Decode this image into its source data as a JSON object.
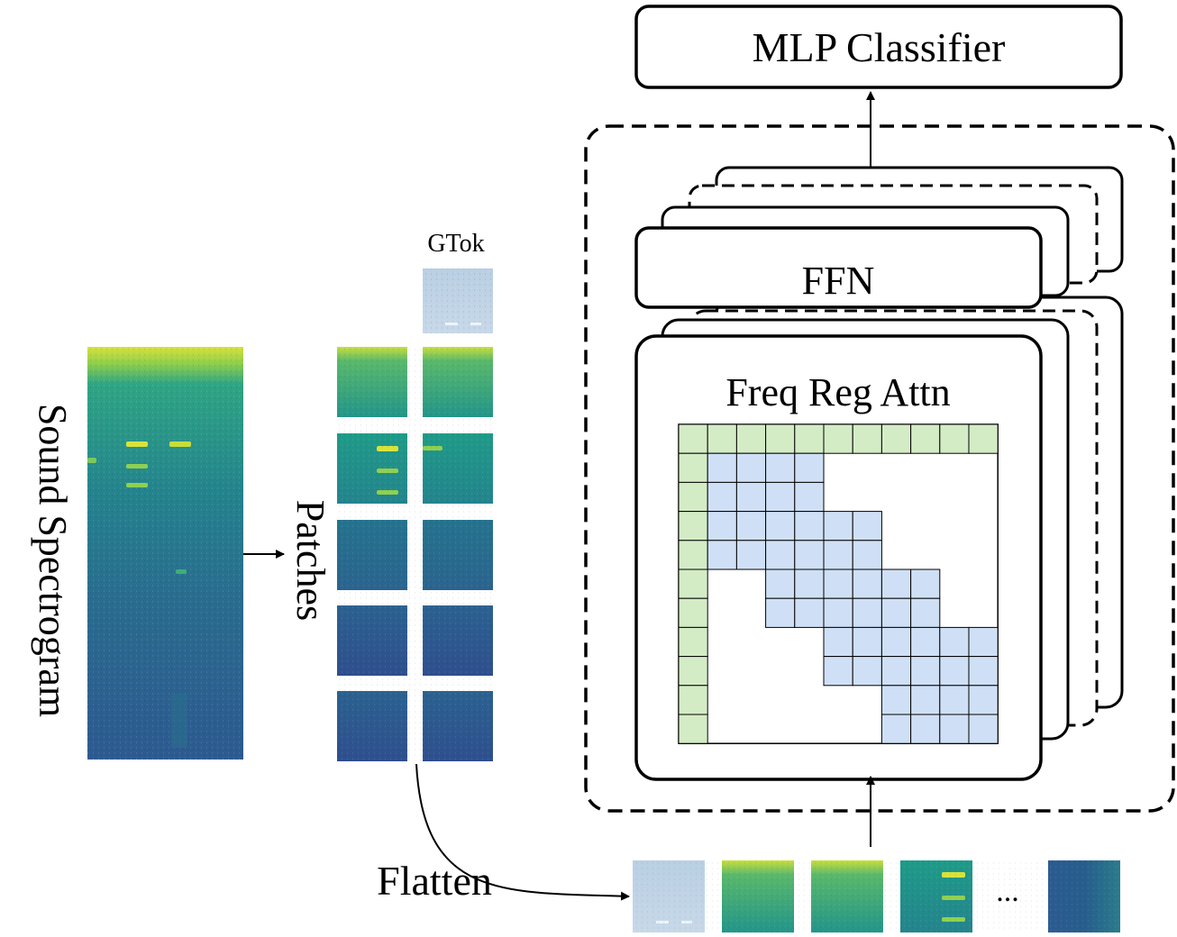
{
  "labels": {
    "mlp_classifier": "MLP Classifier",
    "ffn": "FFN",
    "freq_reg_attn": "Freq Reg Attn",
    "gtok": "GTok",
    "patches": "Patches",
    "sound_spectrogram": "Sound Spectrogram",
    "flatten": "Flatten",
    "ellipsis": "..."
  },
  "colors": {
    "global_token_cell": "#d4ecc6",
    "regional_cell": "#cfe0f6",
    "spectrogram_dark": "#2f4b8e",
    "spectrogram_mid": "#23908a",
    "spectrogram_bright": "#d8e33a",
    "gtok_patch": "#c4d6e6"
  },
  "attention_matrix": {
    "size": 11,
    "global_row": 0,
    "global_col": 0,
    "band_rows": [
      {
        "row": 1,
        "from": 1,
        "to": 4
      },
      {
        "row": 2,
        "from": 1,
        "to": 4
      },
      {
        "row": 3,
        "from": 1,
        "to": 6
      },
      {
        "row": 4,
        "from": 1,
        "to": 6
      },
      {
        "row": 5,
        "from": 3,
        "to": 8
      },
      {
        "row": 6,
        "from": 3,
        "to": 8
      },
      {
        "row": 7,
        "from": 5,
        "to": 10
      },
      {
        "row": 8,
        "from": 5,
        "to": 10
      },
      {
        "row": 9,
        "from": 7,
        "to": 10
      },
      {
        "row": 10,
        "from": 7,
        "to": 10
      }
    ]
  }
}
